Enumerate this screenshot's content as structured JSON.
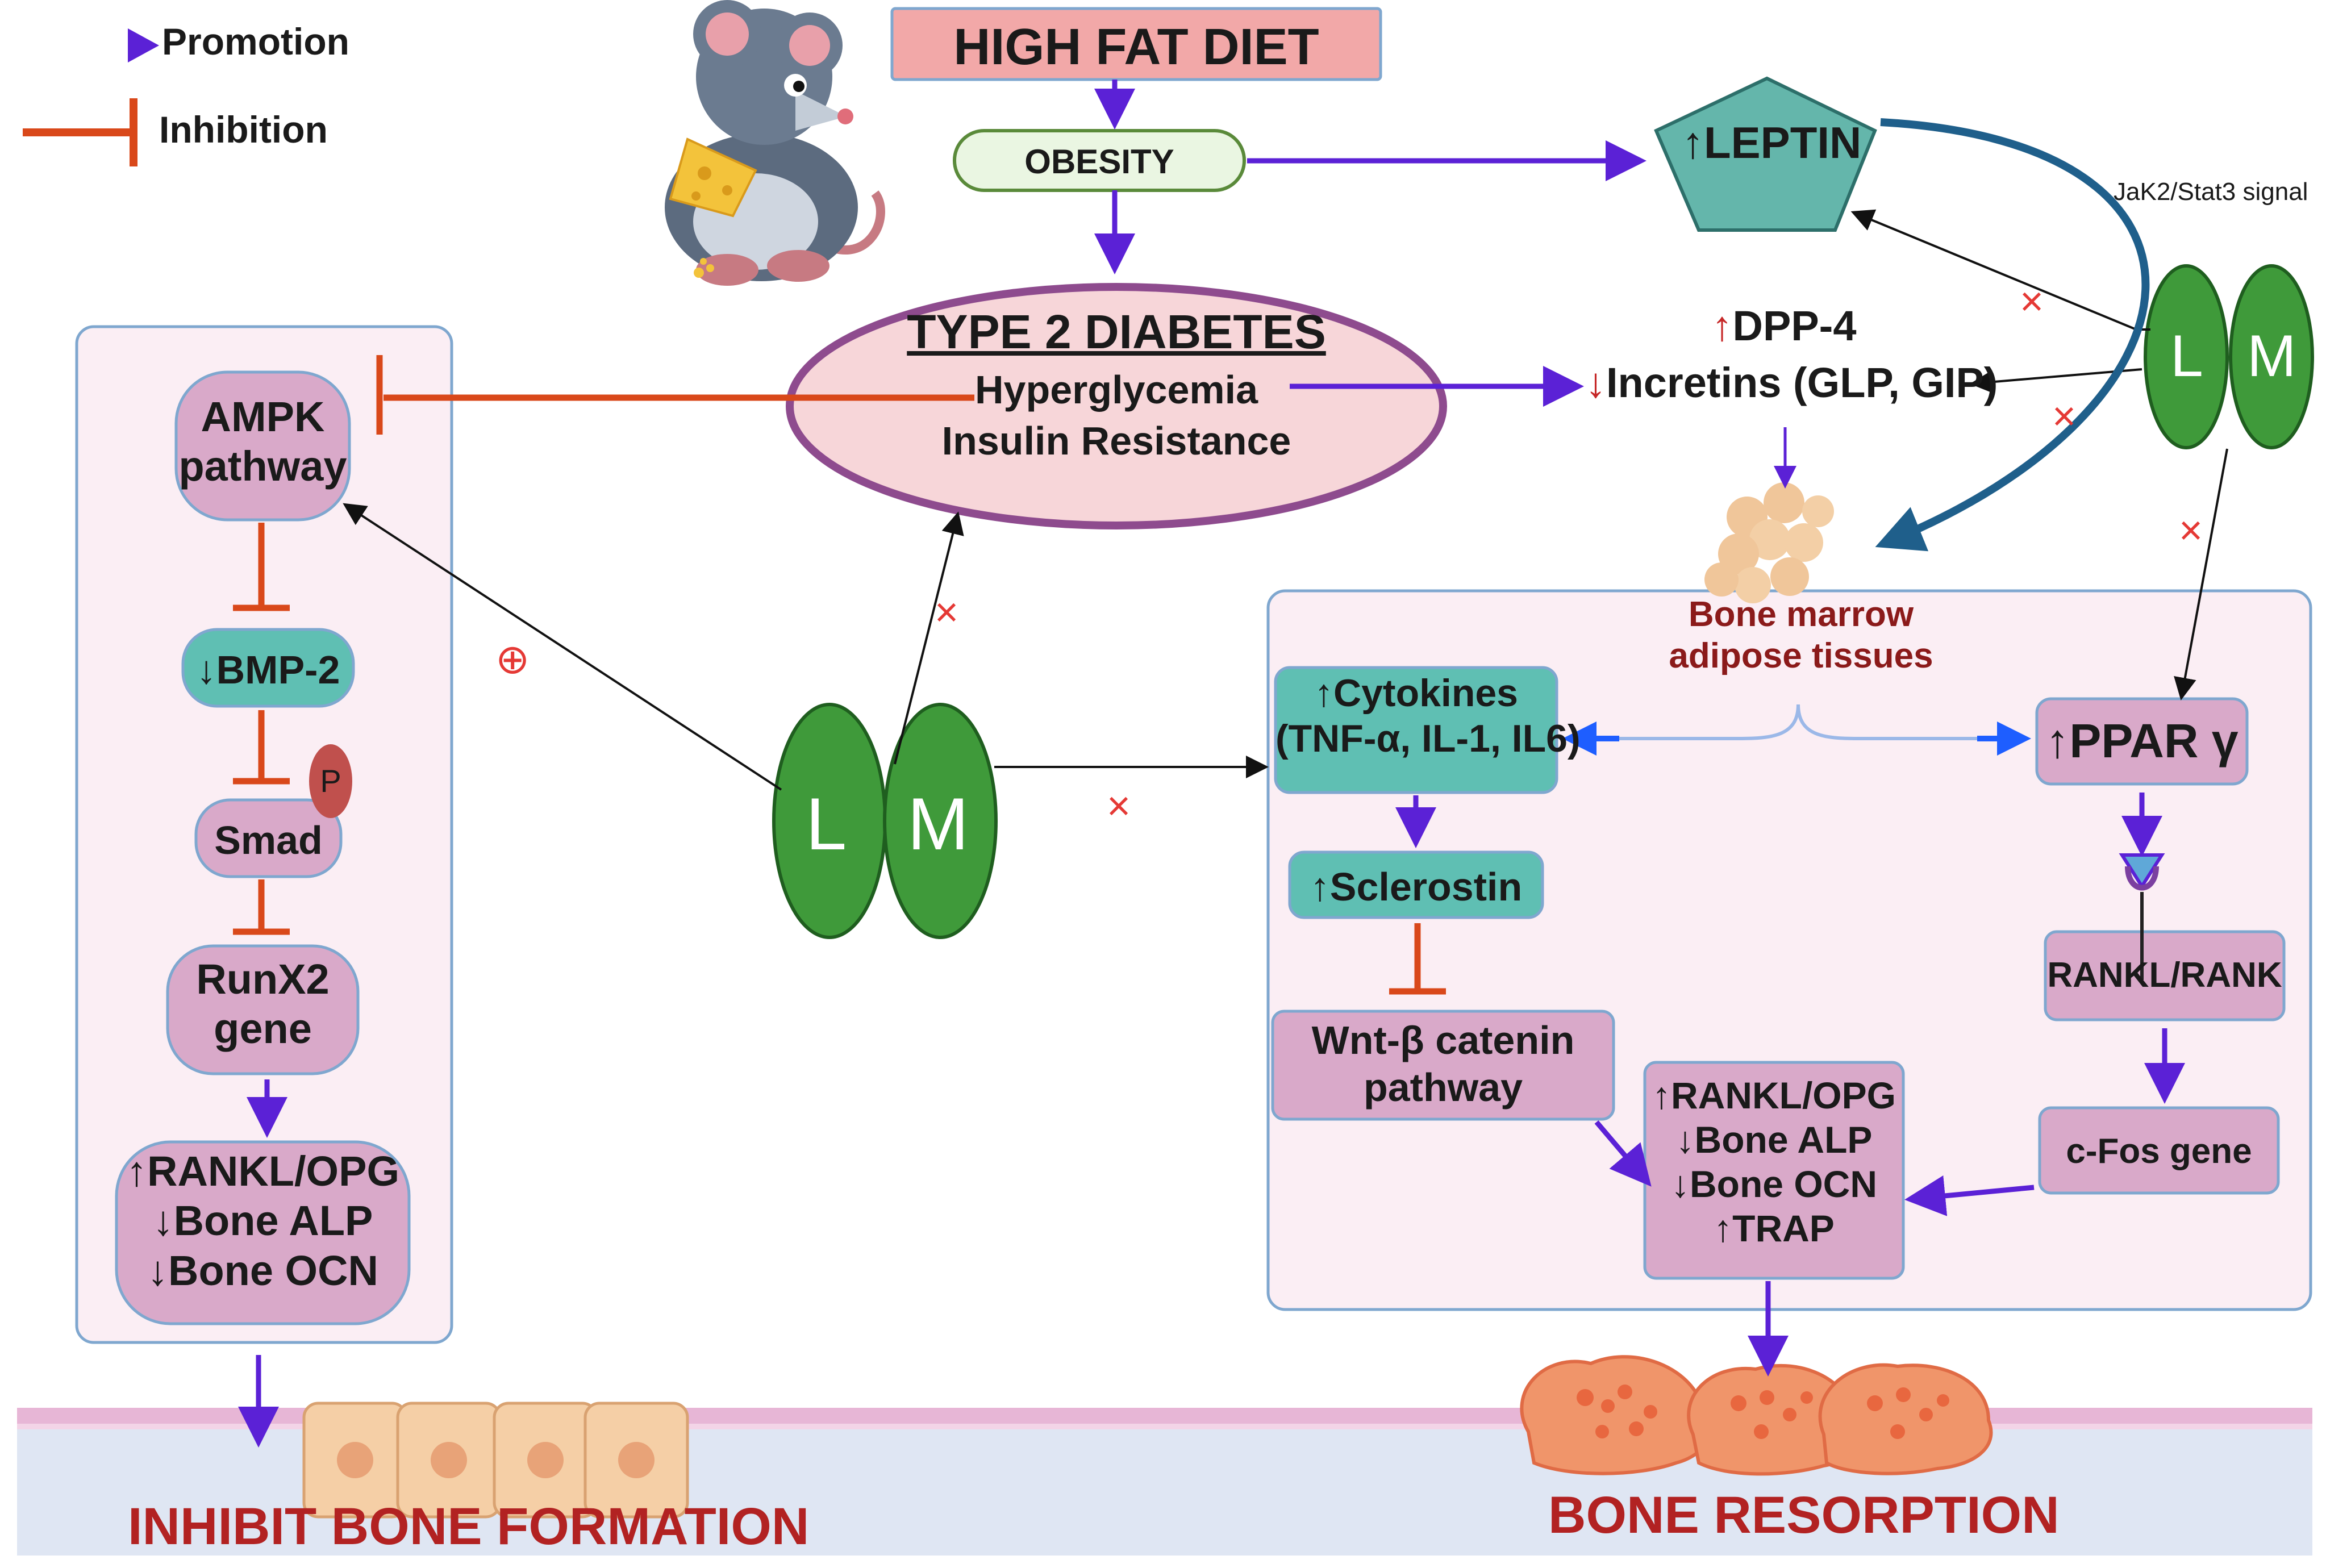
{
  "legend": {
    "promotion": "Promotion",
    "inhibition": "Inhibition"
  },
  "top": {
    "high_fat_diet": "HIGH FAT DIET",
    "obesity": "OBESITY",
    "leptin_arrow": "↑",
    "leptin": "LEPTIN",
    "jak_stat": "JaK2/Stat3 signal"
  },
  "diabetes": {
    "title": "TYPE 2 DIABETES",
    "line1": "Hyperglycemia",
    "line2": "Insulin Resistance"
  },
  "incretin_block": {
    "dpp4_arrow": "↑",
    "dpp4": "DPP-4",
    "incretins_arrow": "↓",
    "incretins": "Incretins (GLP, GIP)"
  },
  "marrow": {
    "line1": "Bone marrow",
    "line2": "adipose tissues"
  },
  "left_panel": {
    "ampk_1": "AMPK",
    "ampk_2": "pathway",
    "bmp2": "↓BMP-2",
    "phospho": "P",
    "smad": "Smad",
    "runx2_1": "RunX2",
    "runx2_2": "gene",
    "markers_1": "↑RANKL/OPG",
    "markers_2": "↓Bone ALP",
    "markers_3": "↓Bone OCN"
  },
  "right_panel": {
    "cytokines_1": "↑Cytokines",
    "cytokines_2": "(TNF-α, IL-1, IL6)",
    "sclerostin": "↑Sclerostin",
    "wnt_1": "Wnt-β catenin",
    "wnt_2": "pathway",
    "ppar": "↑PPAR γ",
    "rankl_rank": "RANKL/RANK",
    "cfos": "c-Fos gene",
    "markers_1": "↑RANKL/OPG",
    "markers_2": "↓Bone ALP",
    "markers_3": "↓Bone OCN",
    "markers_4": "↑TRAP"
  },
  "lm": {
    "l": "L",
    "m": "M"
  },
  "marks": {
    "plus": "⊕",
    "x": "×"
  },
  "footer": {
    "left": "INHIBIT BONE FORMATION",
    "right": "BONE RESORPTION"
  },
  "colors": {
    "promotion": "#5b21d6",
    "inhibition": "#d9481a",
    "pink_box": "#d9a9c9",
    "teal_box": "#5fbfb3",
    "green": "#3f9a3a",
    "panel_bg": "#fbeef4",
    "panel_border": "#7fa7cf"
  }
}
